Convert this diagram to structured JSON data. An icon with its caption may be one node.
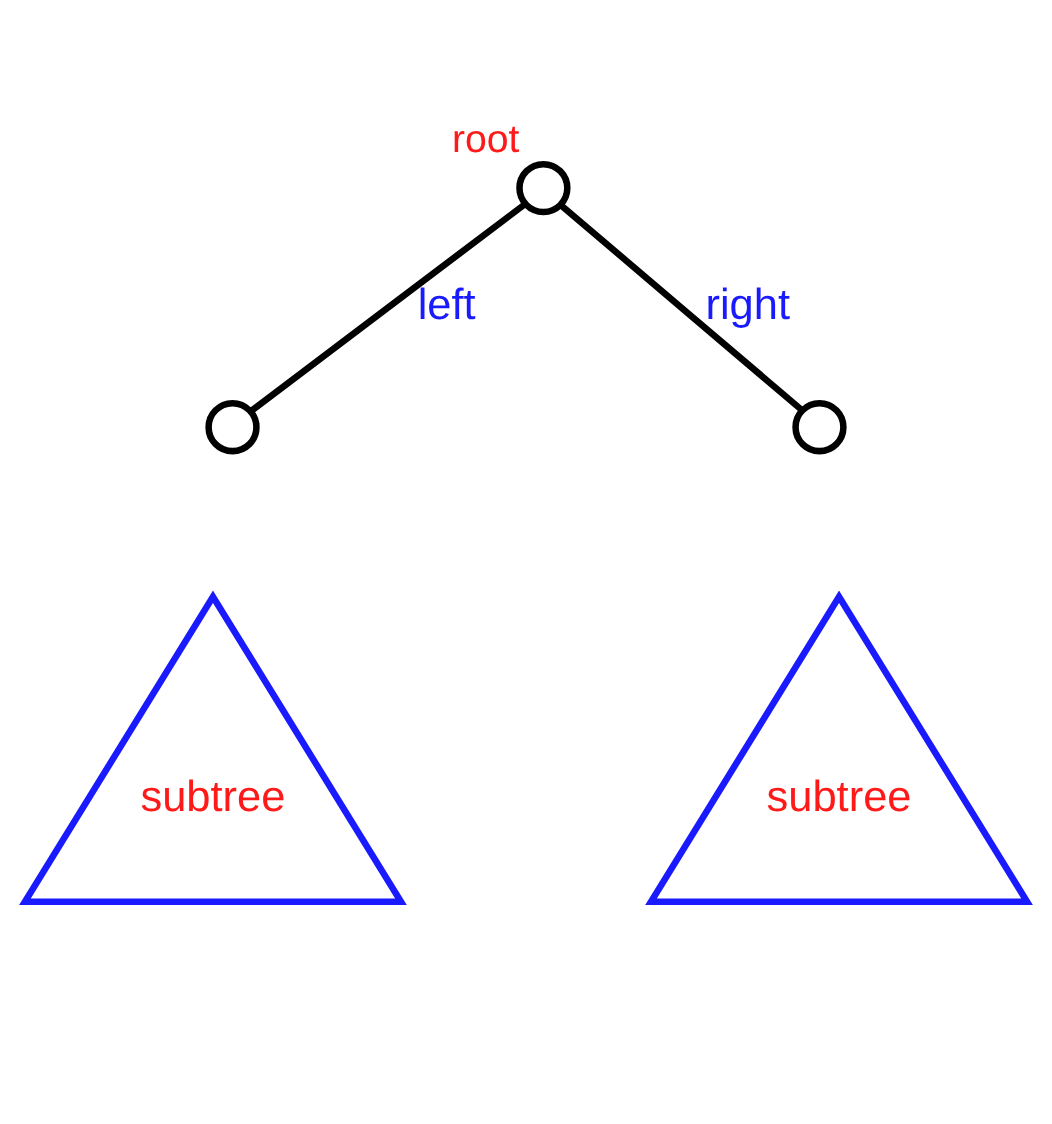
{
  "diagram": {
    "nodes": [
      {
        "text": [],
        "shape": "circle",
        "beside": [
          "root"
        ]
      },
      {
        "text": [],
        "shape": "circle"
      },
      {
        "text": [],
        "shape": "circle"
      },
      {
        "text": [
          "subtree"
        ]
      },
      {
        "text": [
          "subtree"
        ]
      }
    ],
    "edges": [
      {
        "from": 0,
        "to": 1,
        "arrow": "none",
        "label": "left"
      },
      {
        "from": 0,
        "to": 2,
        "arrow": "none",
        "label": "right"
      }
    ]
  }
}
